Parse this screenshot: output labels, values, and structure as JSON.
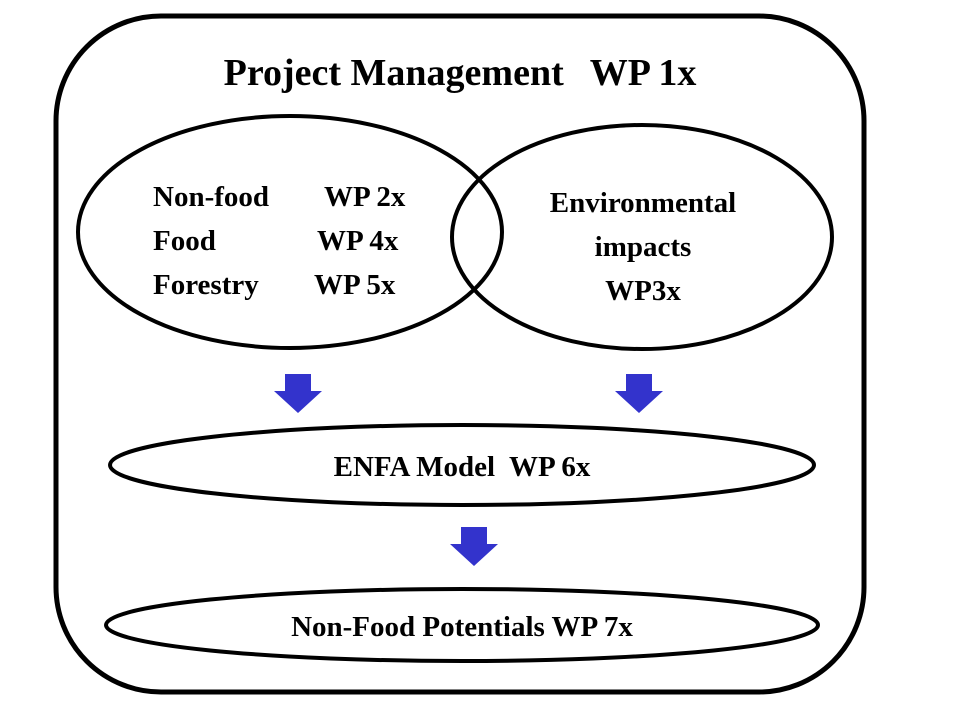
{
  "colors": {
    "stroke": "#000000",
    "arrow": "#3333cc",
    "background": "#ffffff"
  },
  "title": {
    "text": "Project Management",
    "wp": "WP 1x"
  },
  "left_ellipse": {
    "rows": [
      {
        "name": "Non-food",
        "wp": "WP 2x"
      },
      {
        "name": "Food",
        "wp": "WP 4x"
      },
      {
        "name": "Forestry",
        "wp": "WP 5x"
      }
    ]
  },
  "right_ellipse": {
    "lines": [
      "Environmental",
      "impacts",
      "WP3x"
    ]
  },
  "model": {
    "label": "ENFA Model  WP 6x"
  },
  "output": {
    "label": "Non-Food Potentials WP 7x"
  },
  "arrows": [
    "down-arrow-icon",
    "down-arrow-icon",
    "down-arrow-icon"
  ]
}
